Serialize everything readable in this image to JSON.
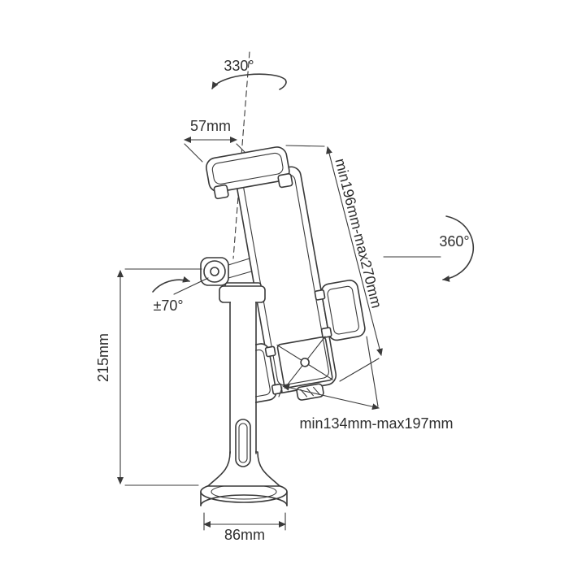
{
  "colors": {
    "line": "#3a3a3a",
    "background": "#ffffff",
    "text": "#2f2f2f"
  },
  "labels": {
    "rotation_top": "330°",
    "bracket_width": "57mm",
    "holder_height_range": "min196mm-max270mm",
    "rotation_side": "360°",
    "tilt_range": "±70°",
    "pole_height": "215mm",
    "holder_width_range": "min134mm-max197mm",
    "base_width": "86mm"
  }
}
